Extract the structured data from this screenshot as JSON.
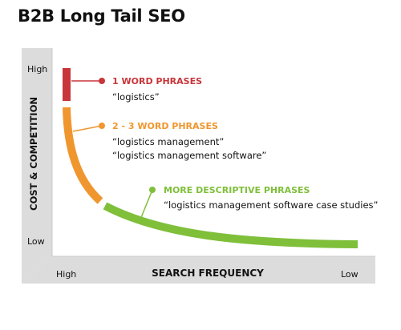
{
  "title": "B2B Long Tail SEO",
  "axes": {
    "y_label": "COST & COMPETITION",
    "y_high": "High",
    "y_low": "Low",
    "x_label": "SEARCH FREQUENCY",
    "x_high": "High",
    "x_low": "Low"
  },
  "segments": [
    {
      "heading": "1 WORD PHRASES",
      "color": "#c8353a",
      "examples": [
        "“logistics”"
      ]
    },
    {
      "heading": "2 - 3 WORD PHRASES",
      "color": "#f0962e",
      "examples": [
        "“logistics management”",
        "“logistics management software”"
      ]
    },
    {
      "heading": "MORE DESCRIPTIVE PHRASES",
      "color": "#7fbf3a",
      "examples": [
        "“logistics management software case studies”"
      ]
    }
  ],
  "colors": {
    "panel": "#dcdcdc",
    "text": "#111111"
  }
}
